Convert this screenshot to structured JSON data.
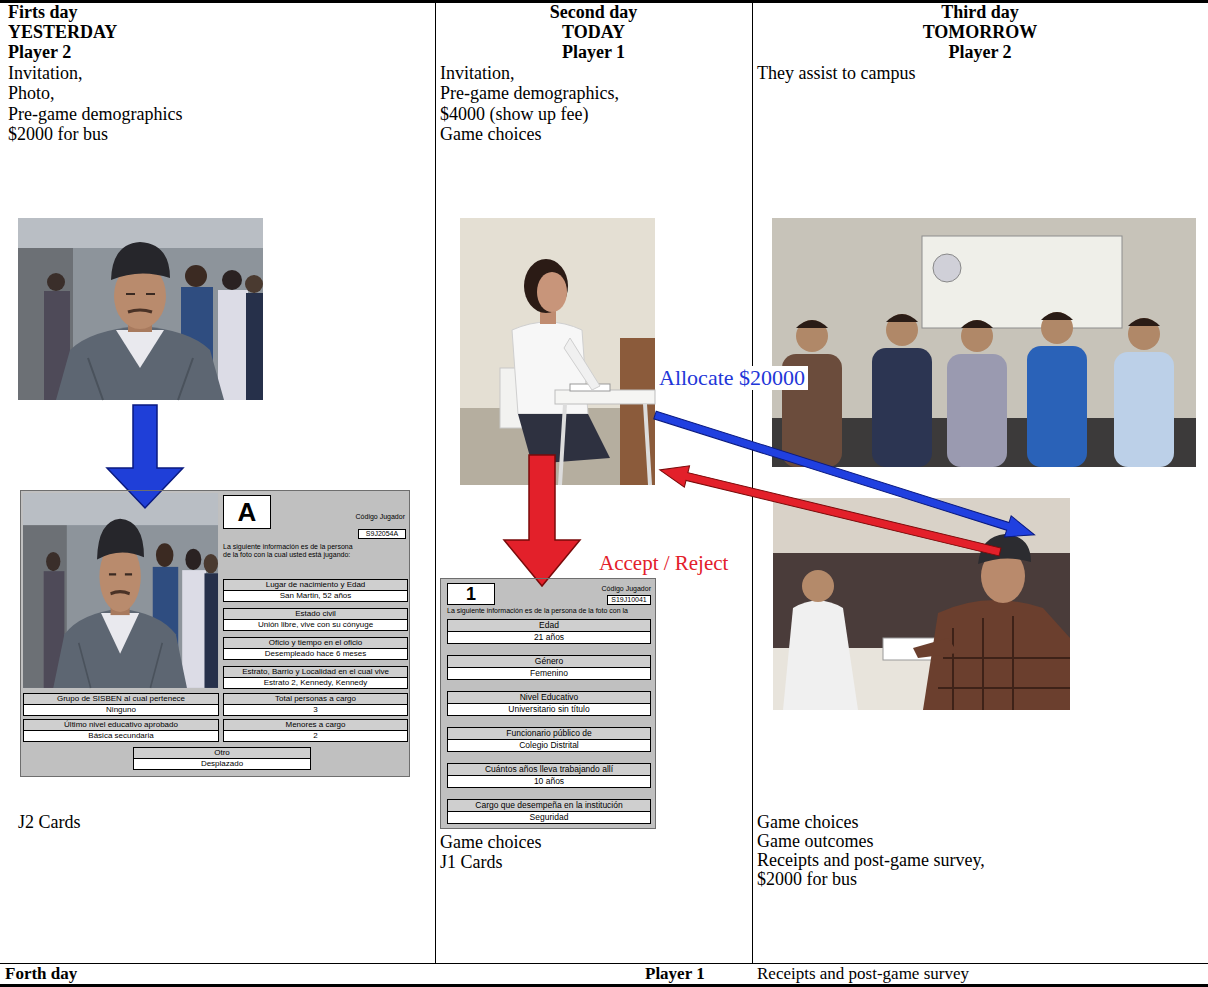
{
  "diagram": {
    "nodes": [
      {
        "text": [
          "A",
          "Código Jugador",
          "S9J2054A",
          "La siguiente información es de la persona de la foto con la cual usted está jugando:"
        ]
      },
      {
        "text": [
          "Lugar de nacimiento y Edad",
          "San Martin, 52 años"
        ],
        "in": 0
      },
      {
        "text": [
          "Estado civil",
          "Unión libre, vive con su cónyuge"
        ],
        "in": 0
      },
      {
        "text": [
          "Oficio y tiempo en el oficio",
          "Desempleado hace 6 meses"
        ],
        "in": 0
      },
      {
        "text": [
          "Estrato, Barrio y Localidad en el cual vive",
          "Estrato 2, Kennedy, Kennedy"
        ],
        "in": 0
      },
      {
        "text": [
          "Grupo de SISBEN al cual pertenece",
          "Ninguno"
        ],
        "in": 0
      },
      {
        "text": [
          "Total personas a cargo",
          "3"
        ],
        "in": 0
      },
      {
        "text": [
          "Último nivel educativo aprobado",
          "Básica secundaria"
        ],
        "in": 0
      },
      {
        "text": [
          "Menores a cargo",
          "2"
        ],
        "in": 0
      },
      {
        "text": [
          "Otro",
          "Desplazado"
        ],
        "in": 0
      },
      {
        "text": [
          "1",
          "Código Jugador",
          "S19J10041",
          "La siguiente información es de la persona de la foto con la"
        ]
      },
      {
        "text": [
          "Edad",
          "21 años"
        ],
        "in": 10
      },
      {
        "text": [
          "Género",
          "Femenino"
        ],
        "in": 10
      },
      {
        "text": [
          "Nivel Educativo",
          "Universitario sin título"
        ],
        "in": 10
      },
      {
        "text": [
          "Funcionario público de",
          "Colegio Distrital"
        ],
        "in": 10
      },
      {
        "text": [
          "Cuántos años lleva trabajando allí",
          "10 años"
        ],
        "in": 10
      },
      {
        "text": [
          "Cargo que desempeña en la institución",
          "Seguridad"
        ],
        "in": 10
      }
    ],
    "labels": [
      "Firts day",
      "YESTERDAY",
      "Player 2",
      "Invitation,",
      "Photo,",
      "Pre-game demographics",
      "$2000 for bus",
      "Second day",
      "TODAY",
      "Player 1",
      "Invitation,",
      "Pre-game demographics,",
      "$4000 (show up fee)",
      "Game choices",
      "Third day",
      "TOMORROW",
      "Player 2",
      "They assist to campus",
      "Allocate $20000",
      "Accept / Reject",
      "J2 Cards",
      "Game choices",
      "J1 Cards",
      "Game choices",
      "Game outcomes",
      "Receipts and post-game survey,",
      "$2000 for bus",
      "Forth day",
      "Player 1",
      "Receipts and post-game survey"
    ]
  }
}
